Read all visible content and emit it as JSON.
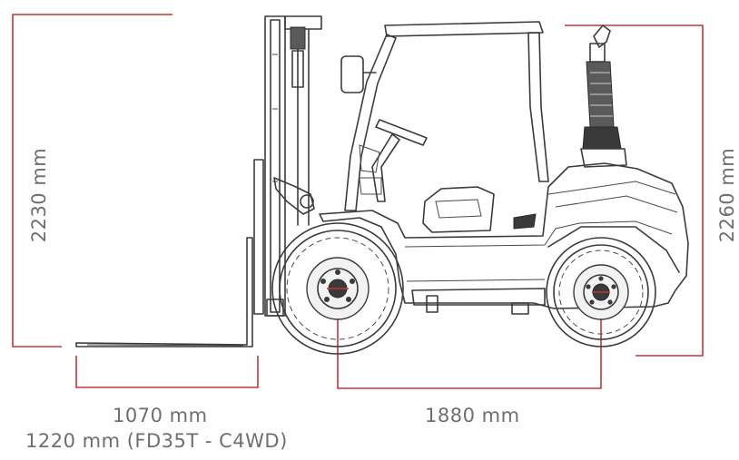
{
  "dimensions": {
    "height_left": "2230 mm",
    "height_right": "2260 mm",
    "fork_length": "1070 mm",
    "fork_length_alt": "1220 mm (FD35T - C4WD)",
    "wheelbase": "1880 mm"
  },
  "colors": {
    "dimension_line": "#c2363b",
    "drawing": "#3b3b3b",
    "text": "#6e6e6e"
  }
}
